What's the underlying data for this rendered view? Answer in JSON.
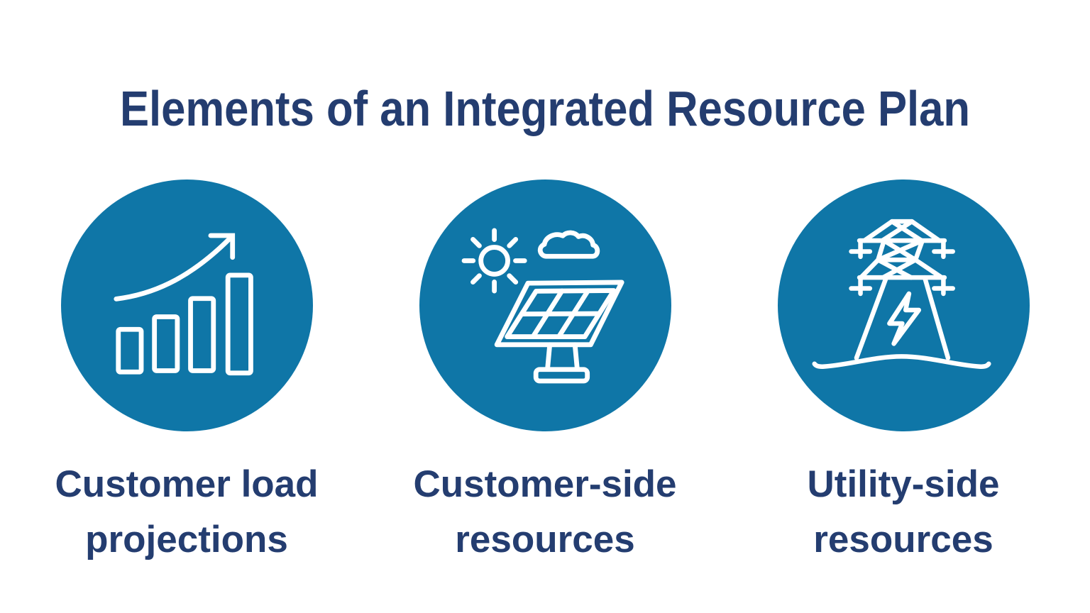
{
  "title": "Elements of an Integrated Resource Plan",
  "theme": {
    "background": "#FFFFFF",
    "circle_color": "#0F76A7",
    "text_color": "#243D70",
    "icon_stroke": "#FFFFFF"
  },
  "items": [
    {
      "icon": "bar-chart-growth-icon",
      "label_line1": "Customer load",
      "label_line2": "projections"
    },
    {
      "icon": "solar-panel-icon",
      "label_line1": "Customer-side",
      "label_line2": "resources"
    },
    {
      "icon": "transmission-tower-icon",
      "label_line1": "Utility-side",
      "label_line2": "resources"
    }
  ]
}
